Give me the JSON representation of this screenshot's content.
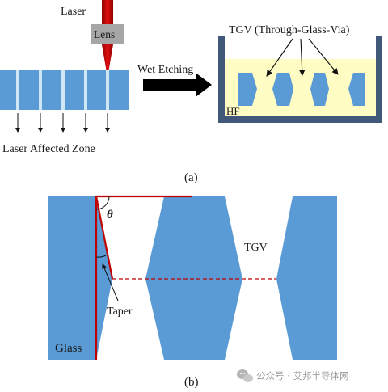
{
  "panel_a": {
    "laser_label": "Laser",
    "lens_label": "Lens",
    "wet_etching_label": "Wet Etching",
    "affected_zone_label": "Laser Affected Zone",
    "tgv_label": "TGV (Through-Glass-Via)",
    "hf_label": "HF",
    "caption": "(a)"
  },
  "panel_b": {
    "theta_label": "θ",
    "tgv_label": "TGV",
    "taper_label": "Taper",
    "glass_label": "Glass",
    "caption": "(b)"
  },
  "watermark": {
    "text": "公众号 · 艾邦半导体网",
    "icon": "wechat-icon"
  },
  "colors": {
    "glass": "#5b9bd5",
    "laser": "#c00000",
    "hf_liquid": "#fffdc4",
    "container": "#41587a",
    "modified_zone": "#cfe6f6"
  }
}
